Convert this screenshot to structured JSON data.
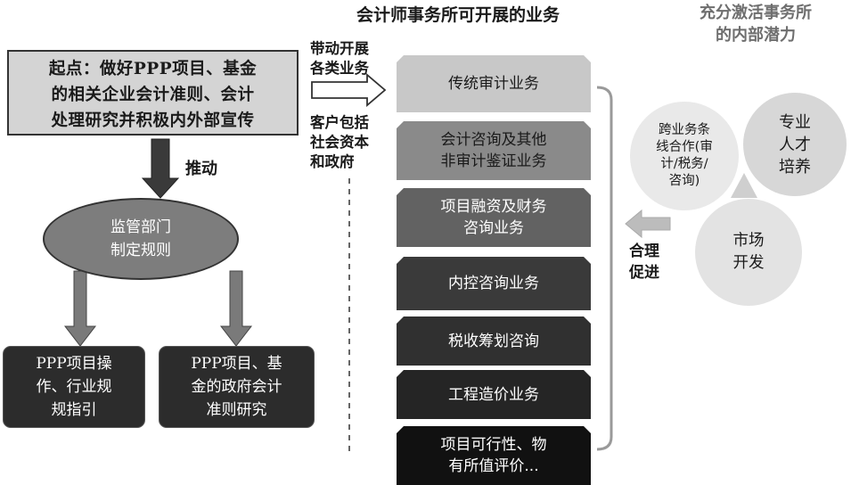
{
  "titles": {
    "services": "会计师事务所可开展的业务",
    "potential_line1": "充分激活事务所",
    "potential_line2": "的内部潜力"
  },
  "start_box": {
    "line1": "起点：做好PPP项目、基金",
    "line2": "的相关企业会计准则、会计",
    "line3": "处理研究并积极内外部宣传"
  },
  "push_label": "推动",
  "regulator": {
    "line1": "监管部门",
    "line2": "制定规则"
  },
  "bottom_boxes": [
    {
      "lines": [
        "PPP项目操",
        "作、行业规",
        "规指引"
      ]
    },
    {
      "lines": [
        "PPP项目、基",
        "金的政府会计",
        "准则研究"
      ]
    }
  ],
  "side_labels": {
    "drive_line1": "带动开展",
    "drive_line2": "各类业务",
    "client_line1": "客户包括",
    "client_line2": "社会资本",
    "client_line3": "和政府"
  },
  "services": [
    {
      "lines": [
        "传统审计业务"
      ]
    },
    {
      "lines": [
        "会计咨询及其他",
        "非审计鉴证业务"
      ]
    },
    {
      "lines": [
        "项目融资及财务",
        "咨询业务"
      ]
    },
    {
      "lines": [
        "内控咨询业务"
      ]
    },
    {
      "lines": [
        "税收筹划咨询"
      ]
    },
    {
      "lines": [
        "工程造价业务"
      ]
    },
    {
      "lines": [
        "项目可行性、物",
        "有所值评价..."
      ]
    }
  ],
  "promote_label": {
    "line1": "合理",
    "line2": "促进"
  },
  "circles": {
    "cross": [
      "跨业务条",
      "线合作(审",
      "计/税务/",
      "咨询)"
    ],
    "talent": [
      "专业",
      "人才",
      "培养"
    ],
    "market": [
      "市场",
      "开发"
    ]
  },
  "colors": {
    "start_box_fill": "#d4d4d4",
    "ellipse_fill": "#7d7d7d",
    "dark_box_fill": "#2c2c2c",
    "arrow_fill": "#555555"
  }
}
